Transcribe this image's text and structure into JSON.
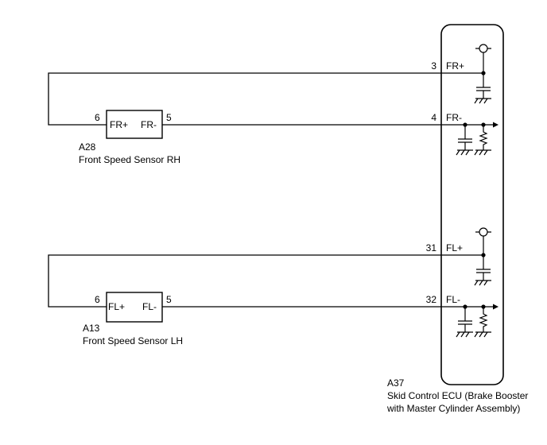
{
  "sensor_rh": {
    "code": "A28",
    "name": "Front Speed Sensor RH",
    "pin_left": "6",
    "pin_right": "5",
    "term_left": "FR+",
    "term_right": "FR-"
  },
  "sensor_lh": {
    "code": "A13",
    "name": "Front Speed Sensor LH",
    "pin_left": "6",
    "pin_right": "5",
    "term_left": "FL+",
    "term_right": "FL-"
  },
  "ecu": {
    "code": "A37",
    "name_line1": "Skid Control ECU (Brake Booster",
    "name_line2": "with Master Cylinder Assembly)",
    "pins": [
      {
        "num": "3",
        "term": "FR+"
      },
      {
        "num": "4",
        "term": "FR-"
      },
      {
        "num": "31",
        "term": "FL+"
      },
      {
        "num": "32",
        "term": "FL-"
      }
    ]
  }
}
